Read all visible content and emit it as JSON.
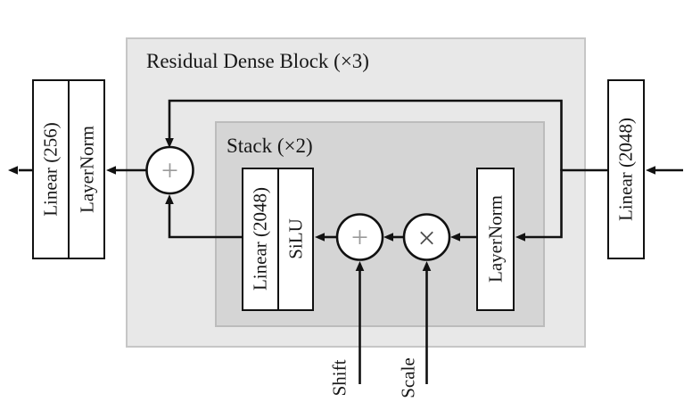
{
  "figure": {
    "outer_block": {
      "label": "Residual Dense Block (×3)"
    },
    "stack_block": {
      "label": "Stack (×2)"
    },
    "nodes": {
      "output_proj": {
        "linear": "Linear (256)",
        "norm": "LayerNorm"
      },
      "input_proj": {
        "linear": "Linear (2048)"
      },
      "stack_linear": {
        "linear": "Linear (2048)",
        "activation": "SiLU"
      },
      "stack_norm": {
        "norm": "LayerNorm"
      }
    },
    "operators": {
      "residual_add": "+",
      "shift_add": "+",
      "scale_multiply": "×"
    },
    "conditioning": {
      "shift": "Shift",
      "scale": "Scale"
    },
    "colors": {
      "outer_block_fill": "#e8e8e8",
      "outer_block_border": "#c6c6c6",
      "stack_block_fill": "#d5d5d5",
      "stack_block_border": "#bcbcbc",
      "wire": "#111111",
      "node_fill": "#ffffff",
      "plus_glyph": "#9a9a9a",
      "times_glyph": "#4f4f4f"
    }
  }
}
